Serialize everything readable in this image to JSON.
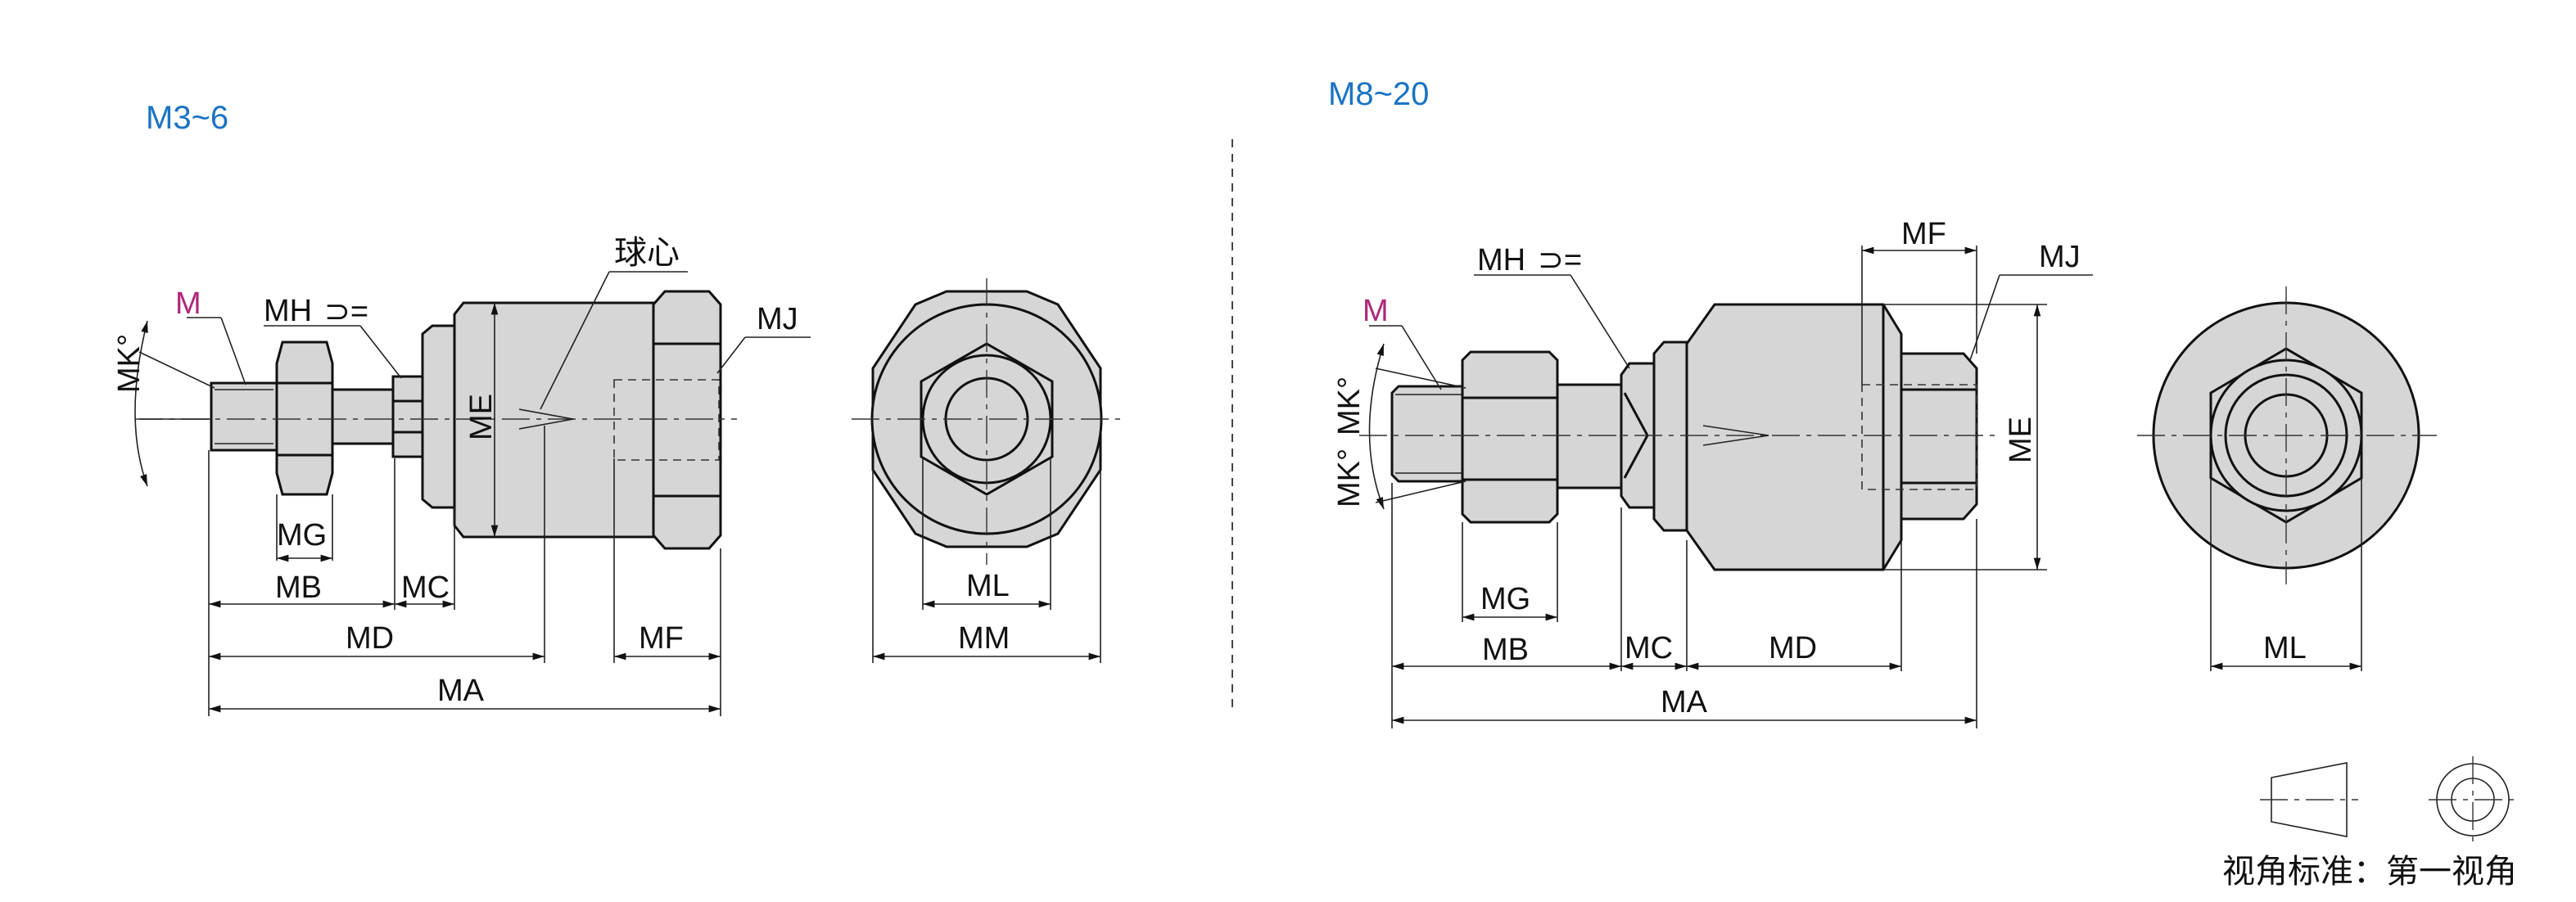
{
  "sections": {
    "left_title": "M3~6",
    "right_title": "M8~20"
  },
  "left_view": {
    "thread_label": "M",
    "angle_label": "MK°",
    "hex_label": "MH",
    "center_label": "球心",
    "hex_nut_label": "MJ",
    "height_label": "ME",
    "dims": [
      "MG",
      "MB",
      "MC",
      "MD",
      "MF",
      "MA"
    ]
  },
  "left_end_view": {
    "dims": [
      "ML",
      "MM"
    ]
  },
  "right_view": {
    "thread_label": "M",
    "angle_label_1": "MK°",
    "angle_label_2": "MK°",
    "hex_label": "MH",
    "hex_nut_label": "MJ",
    "top_dim": "MF",
    "height_label": "ME",
    "dims": [
      "MG",
      "MB",
      "MC",
      "MD",
      "MA"
    ]
  },
  "right_end_view": {
    "dims": [
      "ML"
    ]
  },
  "projection": {
    "label": "视角标准：第一视角"
  },
  "colors": {
    "title": "#1a73c4",
    "thread_label": "#b0267a",
    "part_fill": "#d6d6d6",
    "line": "#111111"
  }
}
